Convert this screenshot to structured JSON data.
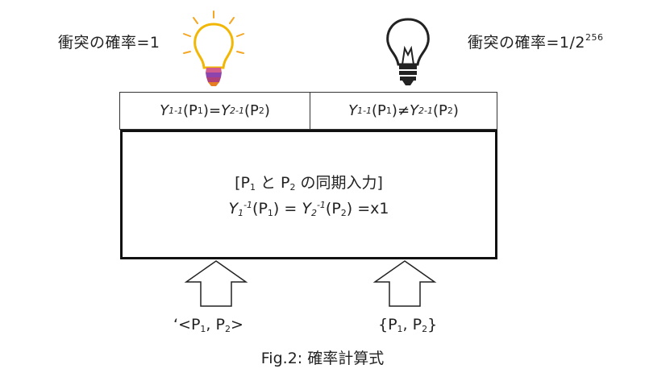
{
  "top_labels": {
    "left": {
      "prefix": "衝突の確率=1"
    },
    "right": {
      "prefix": "衝突の確率=1/2",
      "power": "256"
    }
  },
  "row": {
    "left": {
      "y1": "Y",
      "s1": "1",
      "e": "-1",
      "p1": "(P",
      "q1": "1",
      "rp": ")",
      "op": " = ",
      "y2": "Y",
      "s2": "2",
      "p2": "(P",
      "q2": "2"
    },
    "right": {
      "y1": "Y",
      "s1": "1",
      "e": "-1",
      "p1": "(P",
      "q1": "1",
      "rp": ")",
      "op": " ≠ ",
      "y2": "Y",
      "s2": "2",
      "p2": "(P",
      "q2": "2"
    }
  },
  "main": {
    "title": {
      "open": "[P",
      "s1": "1",
      "mid": " と P",
      "s2": "2",
      "rest": " の同期入力]"
    },
    "equation": {
      "y1": "Y",
      "s1": "1",
      "e": "-1",
      "p1": "(P",
      "q1": "1",
      "rp": ")",
      "op": " = ",
      "y2": "Y",
      "s2": "2",
      "p2": "(P",
      "q2": "2",
      "tail": ") =x1"
    }
  },
  "inputs": {
    "left": {
      "open": "‘<P",
      "s1": "1",
      "mid": ", P",
      "s2": "2",
      "close": ">"
    },
    "right": {
      "open": "{P",
      "s1": "1",
      "mid": ", P",
      "s2": "2",
      "close": "}"
    }
  },
  "caption": "Fig.2:  確率計算式",
  "colors": {
    "bulb_bright_rays": "#f5a623",
    "bulb_bright_outline": "#f2b705",
    "bulb_bright_base": "#b0407a",
    "bulb_dark_outline": "#222222"
  },
  "icons": {
    "left_bulb": "lit-lightbulb-icon",
    "right_bulb": "unlit-lightbulb-icon"
  }
}
